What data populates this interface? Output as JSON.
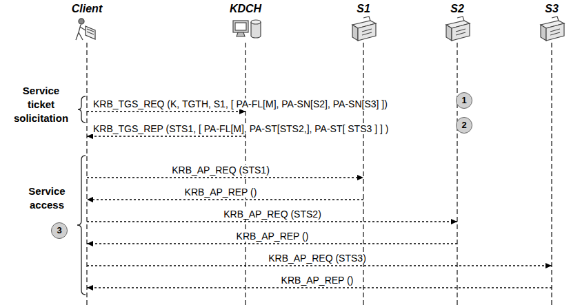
{
  "diagram": {
    "nodes": [
      {
        "text": [
          "Client"
        ]
      },
      {
        "text": [
          "KDCH"
        ]
      },
      {
        "text": [
          "S1"
        ]
      },
      {
        "text": [
          "S2"
        ]
      },
      {
        "text": [
          "S3"
        ]
      }
    ],
    "edges": [
      {
        "from": 0,
        "to": 1,
        "arrow": "to",
        "label": "KRB_TGS_REQ (K, TGTH, S1, [ PA-FL[M], PA-SN[S2], PA-SN[S3] ])"
      },
      {
        "from": 1,
        "to": 0,
        "arrow": "to",
        "label": "KRB_TGS_REP (STS1, [ PA-FL[M], PA-ST[STS2,], PA-ST[ STS3 ] ] )"
      },
      {
        "from": 0,
        "to": 2,
        "arrow": "to",
        "label": "KRB_AP_REQ (STS1)"
      },
      {
        "from": 2,
        "to": 0,
        "arrow": "to",
        "label": "KRB_AP_REP ()"
      },
      {
        "from": 0,
        "to": 3,
        "arrow": "to",
        "label": "KRB_AP_REQ (STS2)"
      },
      {
        "from": 3,
        "to": 0,
        "arrow": "to",
        "label": "KRB_AP_REP ()"
      },
      {
        "from": 0,
        "to": 4,
        "arrow": "to",
        "label": "KRB_AP_REQ (STS3)"
      },
      {
        "from": 4,
        "to": 0,
        "arrow": "to",
        "label": "KRB_AP_REP ()"
      }
    ],
    "labels": [
      "Service ticket solicitation",
      "1",
      "2",
      "Service access",
      "3"
    ]
  }
}
